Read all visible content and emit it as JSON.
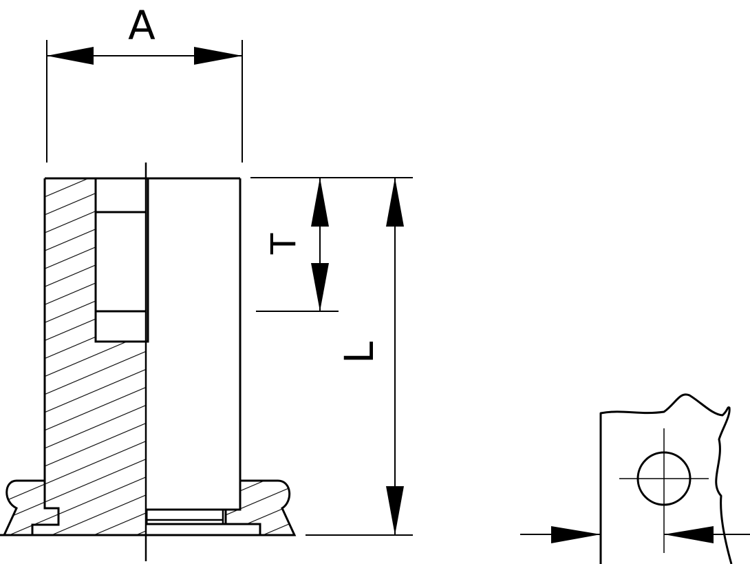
{
  "labels": {
    "width_dim": "A",
    "thread_depth_dim": "T",
    "length_dim": "L"
  },
  "colors": {
    "line": "#000000",
    "background": "#ffffff"
  }
}
